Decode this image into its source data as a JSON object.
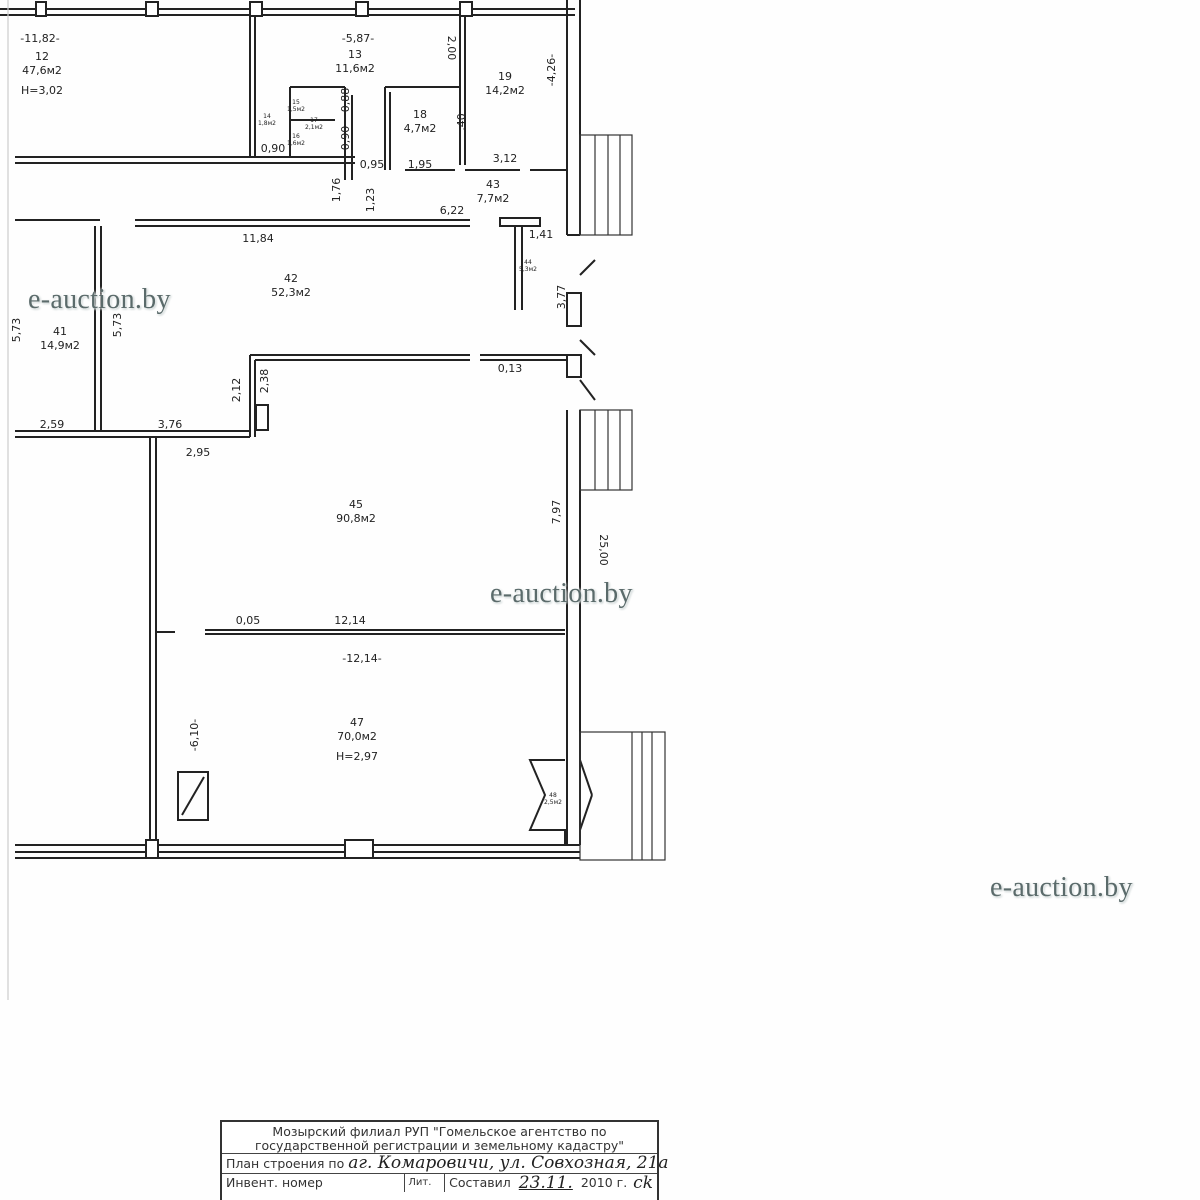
{
  "plan": {
    "rooms": [
      {
        "number": "12",
        "area": "47,6м2",
        "height": "Н=3,02"
      },
      {
        "number": "13",
        "area": "11,6м2"
      },
      {
        "number": "14",
        "area": "1,8м2"
      },
      {
        "number": "15",
        "area": "1,5м2"
      },
      {
        "number": "16",
        "area": "1,6м2"
      },
      {
        "number": "17",
        "area": "2,1м2"
      },
      {
        "number": "18",
        "area": "4,7м2"
      },
      {
        "number": "19",
        "area": "14,2м2"
      },
      {
        "number": "43",
        "area": "7,7м2"
      },
      {
        "number": "44",
        "area": "5,3м2"
      },
      {
        "number": "42",
        "area": "52,3м2"
      },
      {
        "number": "41",
        "area": "14,9м2"
      },
      {
        "number": "45",
        "area": "90,8м2"
      },
      {
        "number": "47",
        "area": "70,0м2",
        "height": "Н=2,97"
      },
      {
        "number": "48",
        "area": "2,5м2"
      }
    ],
    "dimensions": [
      "-11,82-",
      "-5,87-",
      "2,00",
      "-4,26-",
      "0,88",
      "0,90",
      "0,90",
      "0,95",
      "1,95",
      "3,12",
      "1,76",
      "1,23",
      "6,22",
      "11,84",
      "1,41",
      "3,77",
      "5,73",
      "5,73",
      "2,12",
      "2,38",
      "0,13",
      "2,59",
      "3,76",
      "2,95",
      "7,97",
      "25,00",
      "0,05",
      "12,14",
      "-12,14-",
      "-6,10-",
      ",40"
    ]
  },
  "watermarks": [
    "e-auction.by",
    "e-auction.by",
    "e-auction.by"
  ],
  "title_block": {
    "org_line1": "Мозырский филиал РУП \"Гомельское агентство по",
    "org_line2": "государственной регистрации и земельному кадастру\"",
    "plan_label": "План строения по",
    "plan_address": "аг. Комаровичи, ул. Совхозная, 21а",
    "inventory_label": "Инвент. номер",
    "lit_label": "Лит.",
    "compiled_label": "Составил",
    "compiled_date": "23.11.",
    "year": "2010 г.",
    "signature": "ck"
  }
}
